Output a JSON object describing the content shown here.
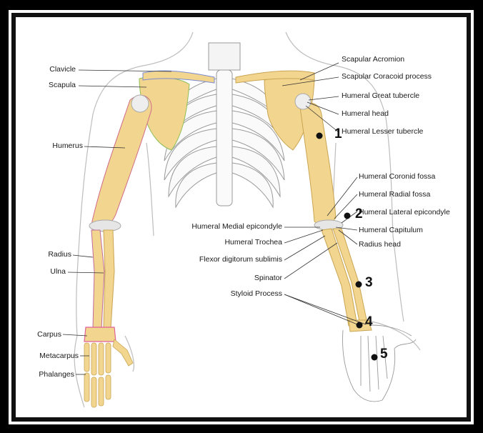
{
  "labels": {
    "clavicle": "Clavicle",
    "scapula": "Scapula",
    "humerus": "Humerus",
    "radius": "Radius",
    "ulna": "Ulna",
    "carpus": "Carpus",
    "metacarpus": "Metacarpus",
    "phalanges": "Phalanges",
    "scapular_acromion": "Scapular Acromion",
    "scapular_coracoid": "Scapular Coracoid process",
    "humeral_great_tubercle": "Humeral Great tubercle",
    "humeral_head": "Humeral head",
    "humeral_lesser_tubercle": "Humeral Lesser tubercle",
    "humeral_coronoid_fossa": "Humeral Coronid fossa",
    "humeral_radial_fossa": "Humeral Radial fossa",
    "humeral_lateral_epicondyle": "Humeral Lateral epicondyle",
    "humeral_capitulum": "Humeral Capitulum",
    "radius_head": "Radius head",
    "humeral_medial_epicondyle": "Humeral Medial epicondyle",
    "humeral_trochea": "Humeral Trochea",
    "flexor": "Flexor digitorum sublimis",
    "spinator": "Spinator",
    "styloid": "Styloid Process"
  },
  "markers": [
    "1",
    "2",
    "3",
    "4",
    "5"
  ],
  "colors": {
    "bone": "#f2d58e",
    "bone_edge": "#c9a553",
    "rib": "#ffffff",
    "outline": "#b7b7b7",
    "frame": "#000000"
  }
}
